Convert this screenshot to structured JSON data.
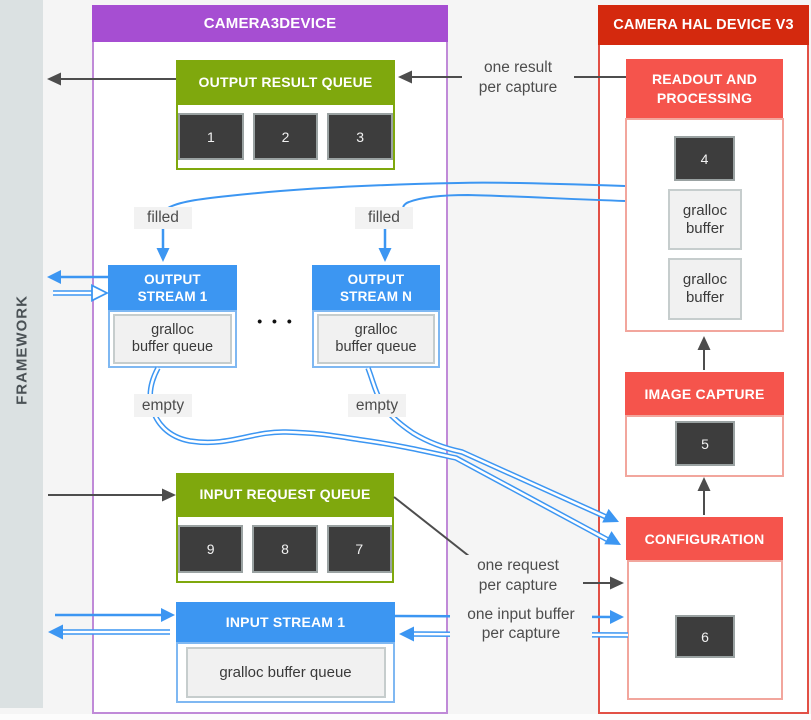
{
  "framework": {
    "label": "FRAMEWORK"
  },
  "camera3device": {
    "title": "CAMERA3DEVICE",
    "output_result_queue": {
      "title": "OUTPUT RESULT QUEUE",
      "items": [
        "1",
        "2",
        "3"
      ]
    },
    "output_stream_1": {
      "title": "OUTPUT\nSTREAM 1",
      "buffer_label": "gralloc\nbuffer queue"
    },
    "output_stream_n": {
      "title": "OUTPUT\nSTREAM N",
      "buffer_label": "gralloc\nbuffer queue"
    },
    "ellipsis": "• • •",
    "input_request_queue": {
      "title": "INPUT REQUEST QUEUE",
      "items": [
        "9",
        "8",
        "7"
      ]
    },
    "input_stream_1": {
      "title": "INPUT STREAM 1",
      "buffer_label": "gralloc buffer queue"
    }
  },
  "camera_hal": {
    "title": "CAMERA HAL DEVICE V3",
    "readout": {
      "title": "READOUT AND\nPROCESSING",
      "item": "4",
      "buffers": [
        "gralloc\nbuffer",
        "gralloc\nbuffer"
      ]
    },
    "image_capture": {
      "title": "IMAGE CAPTURE",
      "item": "5"
    },
    "configuration": {
      "title": "CONFIGURATION",
      "item": "6"
    }
  },
  "annotations": {
    "filled_1": "filled",
    "filled_2": "filled",
    "empty_1": "empty",
    "empty_2": "empty",
    "one_result": "one result\nper capture",
    "one_request": "one request\nper capture",
    "one_input_buffer": "one input buffer\nper capture"
  },
  "colors": {
    "purple_header": "#a64ed2",
    "purple_border": "#c08ad8",
    "red_header": "#d4290e",
    "red_border": "#e25045",
    "salmon_box": "#f5544c",
    "salmon_border": "#f2a69d",
    "green_box": "#7fa80d",
    "blue_box": "#3c96f2",
    "blue_border": "#7fb8f2",
    "dark_item_box": "#3d3d3d",
    "framework_strip": "#dbe1e2",
    "line_black": "#4d4d4d"
  }
}
